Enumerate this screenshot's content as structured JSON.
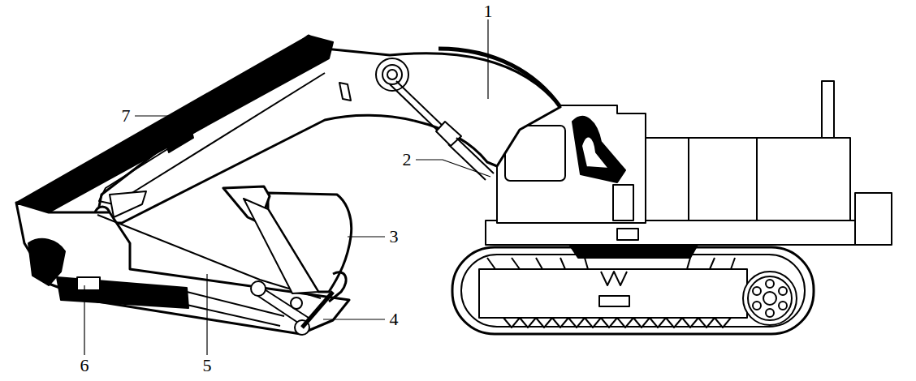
{
  "diagram": {
    "labels": [
      "1",
      "7",
      "2",
      "3",
      "4",
      "6",
      "5"
    ]
  }
}
